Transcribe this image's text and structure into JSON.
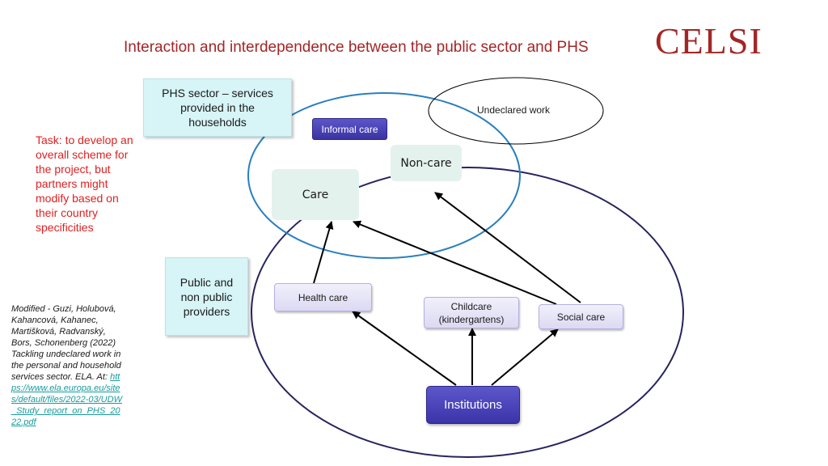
{
  "title": "Interaction and interdependence between the public sector and PHS",
  "logo": {
    "text": "CELSI",
    "color": "#a32626"
  },
  "nodes": {
    "phs_sector": "PHS sector – services provided in the households",
    "undeclared_work": "Undeclared work",
    "informal_care": "Informal care",
    "non_care": "Non-care",
    "care": "Care",
    "public_providers": "Public and non public providers",
    "health_care": "Health care",
    "childcare": "Childcare (kindergartens)",
    "social_care": "Social care",
    "institutions": "Institutions"
  },
  "task_note": "Task: to develop an overall scheme for the project, but partners might modify based on their country specificities",
  "reference": {
    "text": "Modified  - Guzi, Holubová, Kahancová, Kahanec, Martišková, Radvanský, Bors, Schonenberg (2022) Tackling undeclared work in the personal and household services sector. ELA. At:",
    "link": "https://www.ela.europa.eu/sites/default/files/2022-03/UDW_Study_report_on_PHS_2022.pdf"
  },
  "colors": {
    "phs_ellipse": "#2a7fc0",
    "public_ellipse": "#27235e",
    "accent_red": "#a32626",
    "task_red": "#e02020"
  }
}
